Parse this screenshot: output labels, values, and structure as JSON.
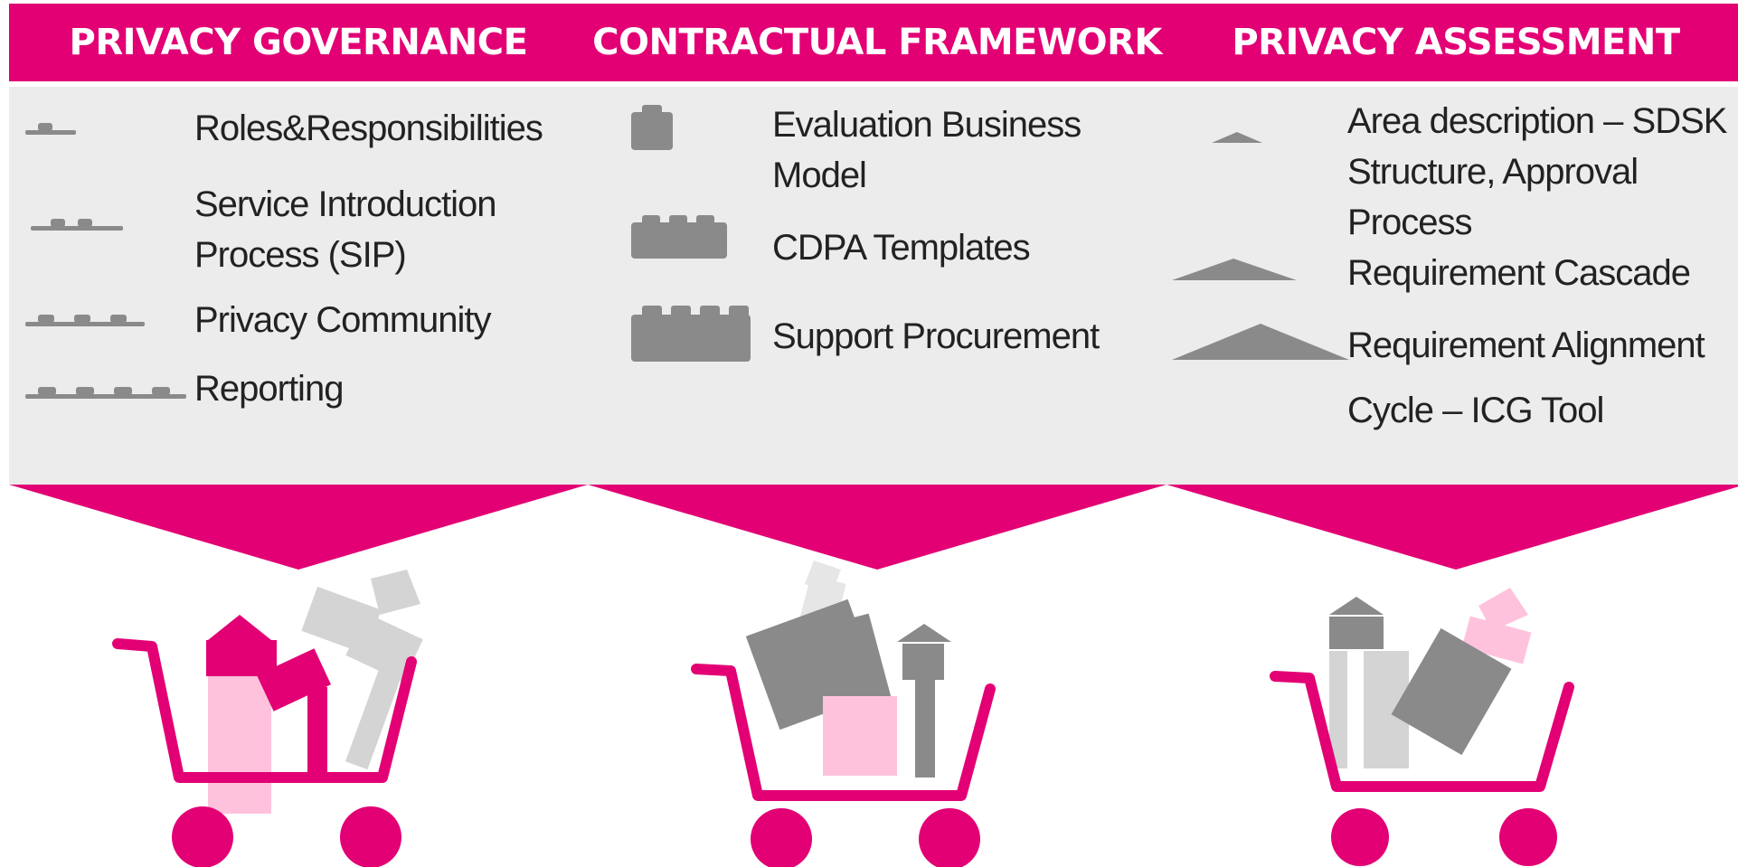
{
  "colors": {
    "magenta": "#e20074",
    "light_pink": "#ffc2dd",
    "gray_dark": "#8a8a8a",
    "gray_light": "#d4d4d4",
    "panel": "#ececec"
  },
  "columns": [
    {
      "title": "PRIVACY GOVERNANCE",
      "icon_style": "stud-plates",
      "items": [
        {
          "label": "Roles&Responsibilities"
        },
        {
          "label": "Service Introduction\nProcess (SIP)"
        },
        {
          "label": "Privacy Community"
        },
        {
          "label": "Reporting"
        }
      ]
    },
    {
      "title": "CONTRACTUAL FRAMEWORK",
      "icon_style": "bricks",
      "items": [
        {
          "label": "Evaluation Business\nModel"
        },
        {
          "label": "CDPA Templates"
        },
        {
          "label": "Support Procurement"
        }
      ]
    },
    {
      "title": "PRIVACY ASSESSMENT",
      "icon_style": "roof-triangles",
      "items": [
        {
          "label": "Area description – SDSK\nStructure, Approval\nProcess"
        },
        {
          "label": "Requirement Cascade"
        },
        {
          "label": "Requirement Alignment"
        },
        {
          "label": "Cycle – ICG Tool"
        }
      ]
    }
  ]
}
